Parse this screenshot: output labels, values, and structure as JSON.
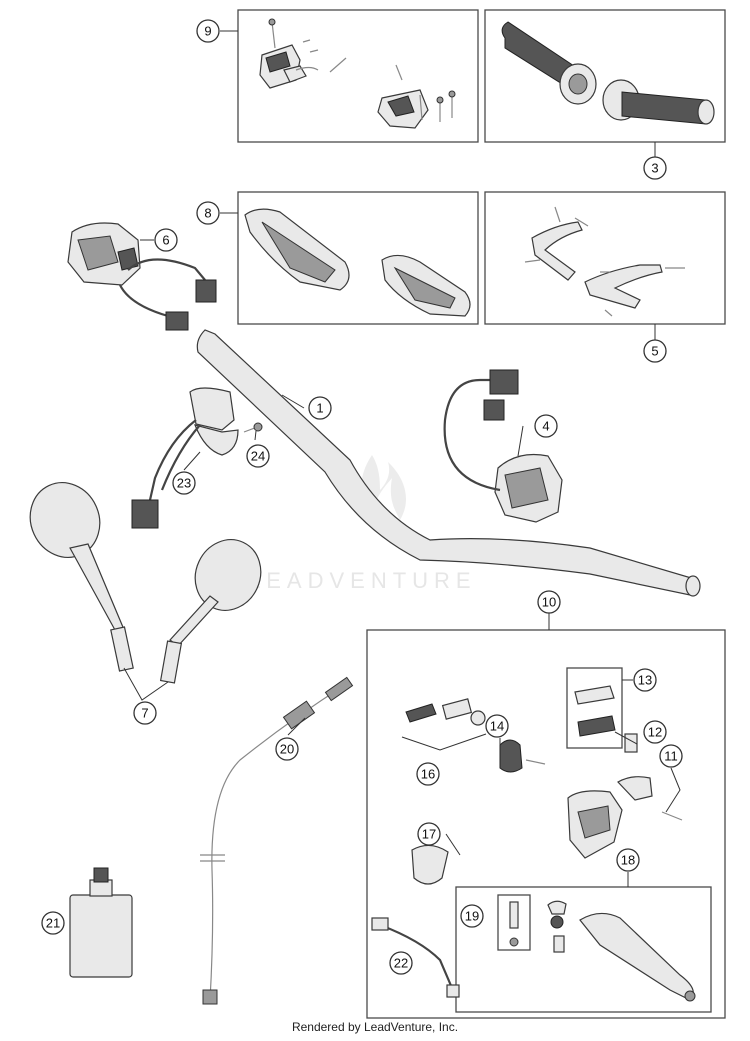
{
  "diagram": {
    "callouts": [
      "1",
      "3",
      "4",
      "5",
      "6",
      "7",
      "8",
      "9",
      "10",
      "11",
      "12",
      "13",
      "14",
      "16",
      "17",
      "18",
      "19",
      "20",
      "21",
      "22",
      "23",
      "24"
    ],
    "watermark": "LEADVENTURE"
  },
  "footer": {
    "text": "Rendered by LeadVenture, Inc."
  }
}
